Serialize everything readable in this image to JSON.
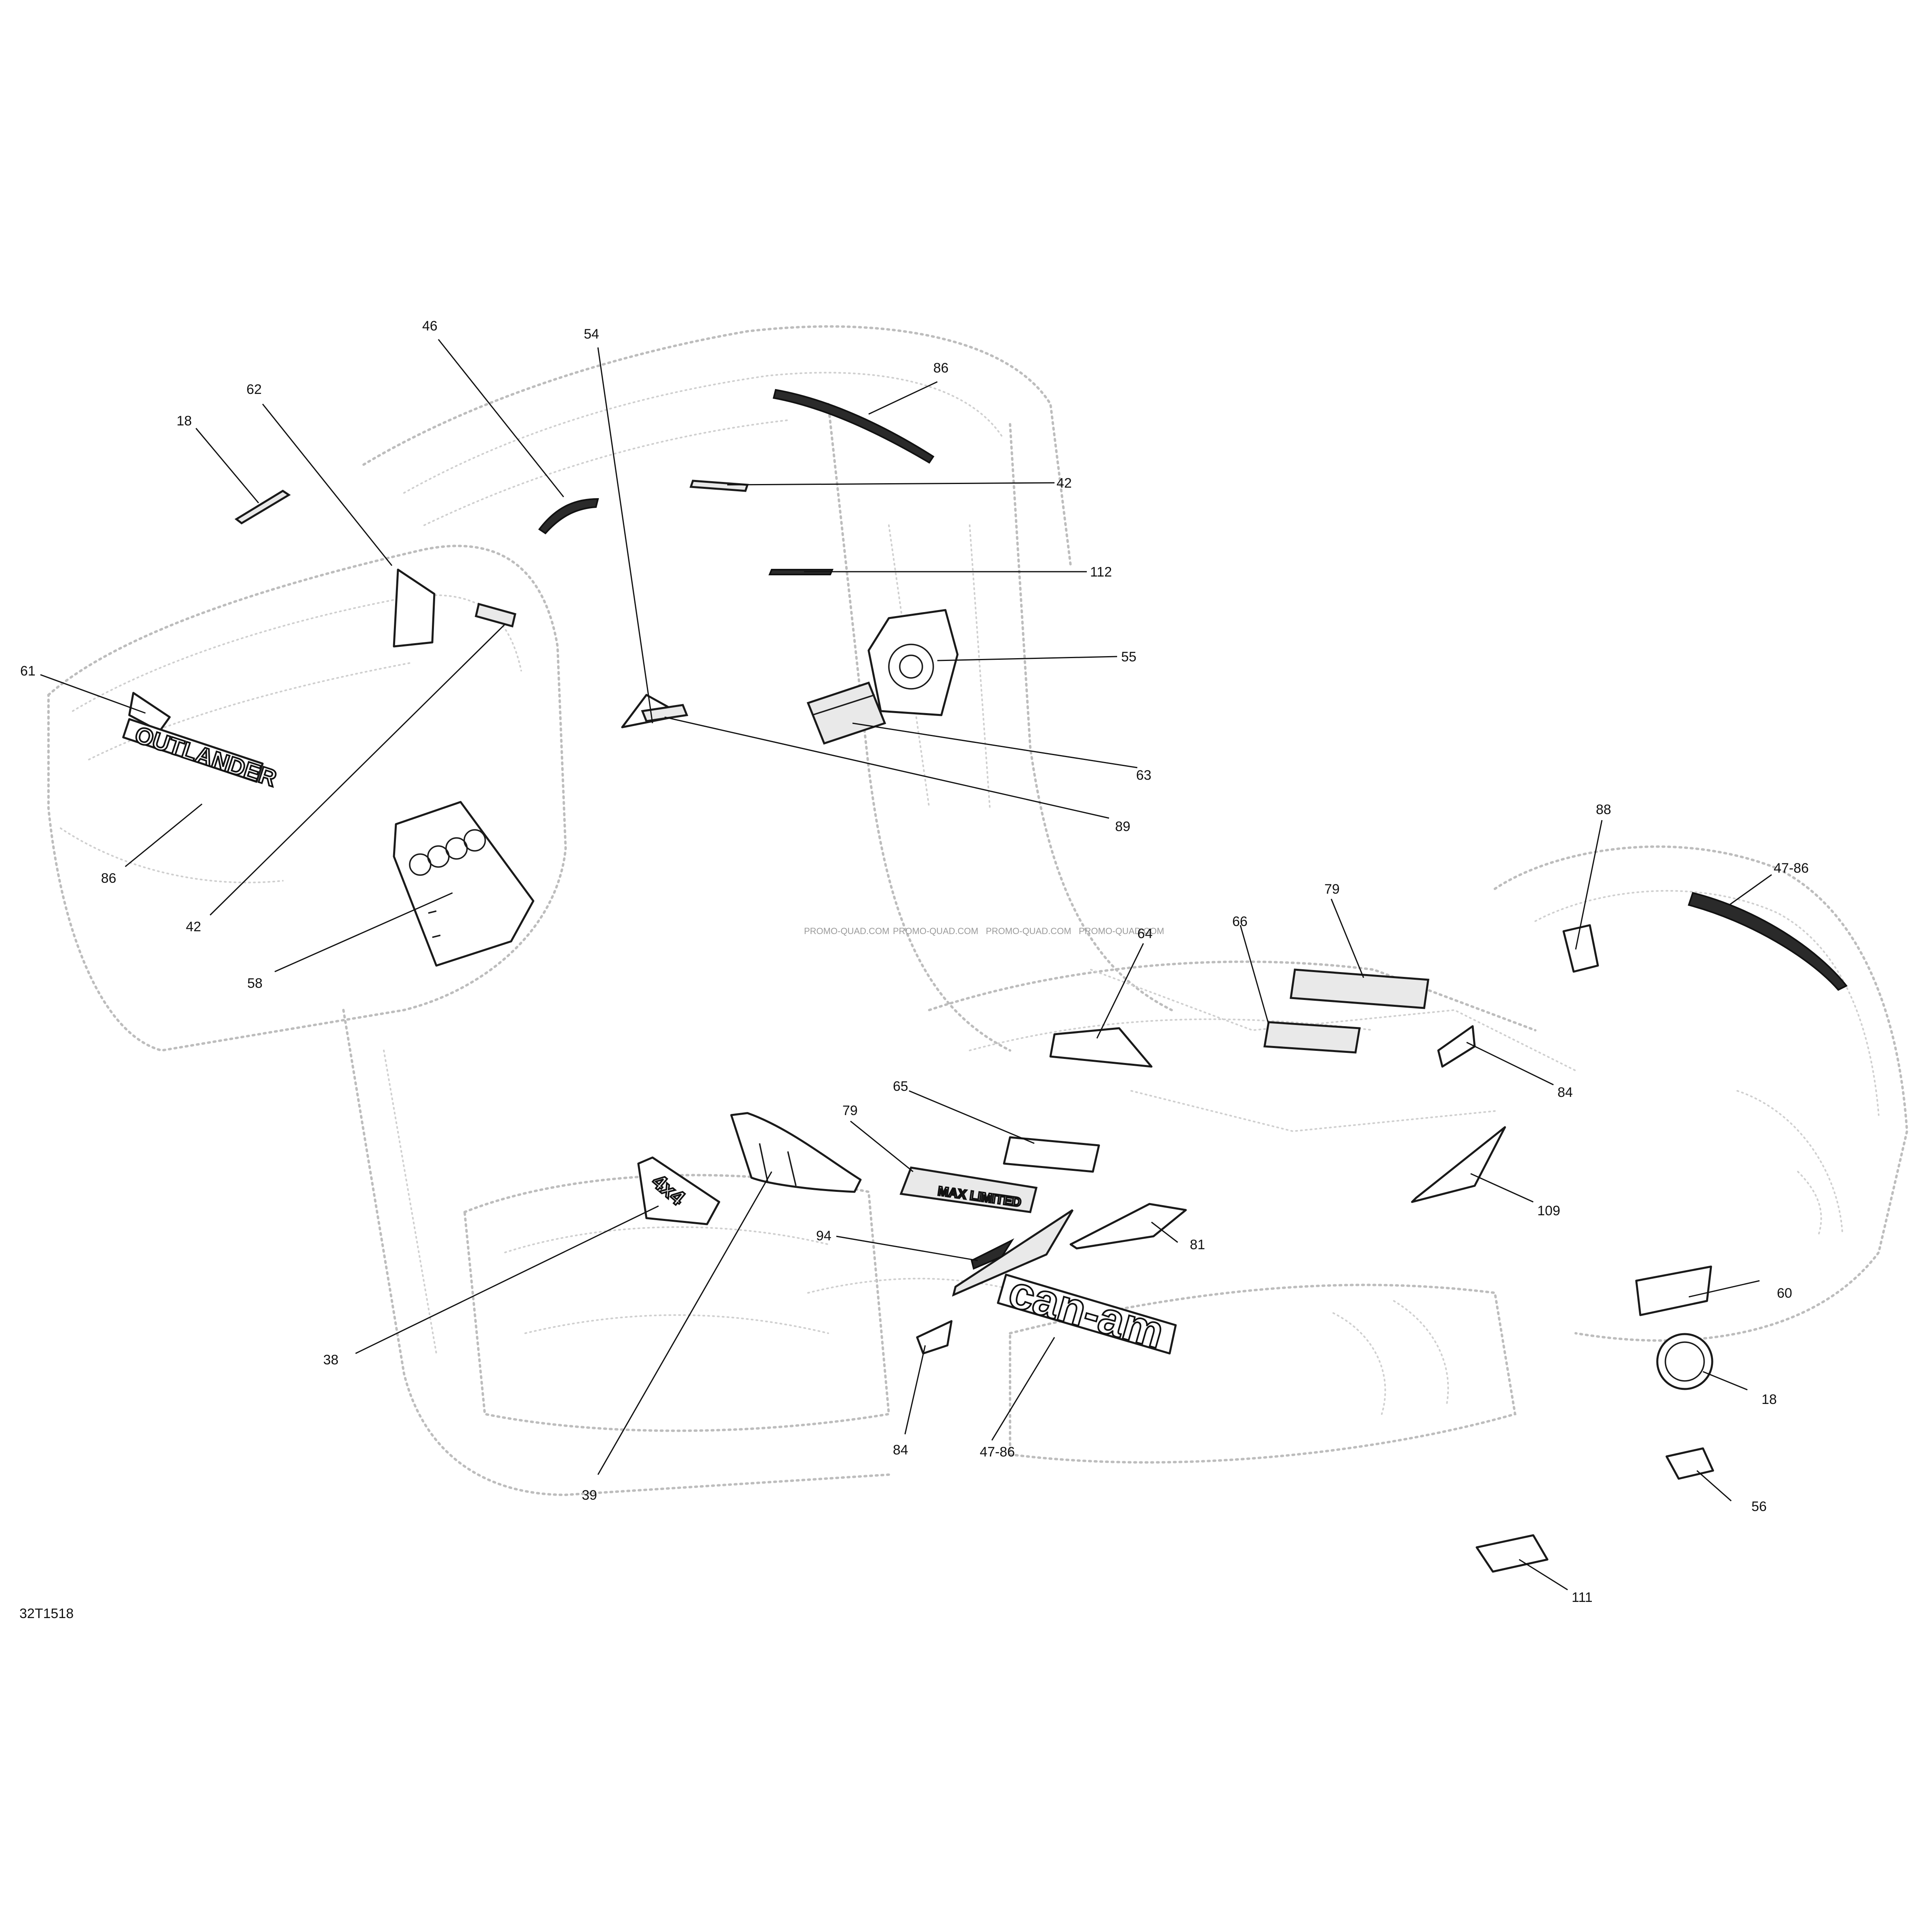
{
  "diagram": {
    "figure_code": "32T1518",
    "watermark": "PROMO-QUAD.COM",
    "decal_text": {
      "outlander": "OUTLANDER",
      "can_am": "can-am",
      "max_limited": "MAX LIMITED",
      "four_by_four": "4x4"
    },
    "callouts": [
      {
        "id": "c-46",
        "label": "46"
      },
      {
        "id": "c-54",
        "label": "54"
      },
      {
        "id": "c-62",
        "label": "62"
      },
      {
        "id": "c-18a",
        "label": "18"
      },
      {
        "id": "c-86a",
        "label": "86"
      },
      {
        "id": "c-42a",
        "label": "42"
      },
      {
        "id": "c-112",
        "label": "112"
      },
      {
        "id": "c-55",
        "label": "55"
      },
      {
        "id": "c-61",
        "label": "61"
      },
      {
        "id": "c-63",
        "label": "63"
      },
      {
        "id": "c-89",
        "label": "89"
      },
      {
        "id": "c-86b",
        "label": "86"
      },
      {
        "id": "c-42b",
        "label": "42"
      },
      {
        "id": "c-58",
        "label": "58"
      },
      {
        "id": "c-88",
        "label": "88"
      },
      {
        "id": "c-4786a",
        "label": "47-86"
      },
      {
        "id": "c-79a",
        "label": "79"
      },
      {
        "id": "c-66",
        "label": "66"
      },
      {
        "id": "c-64",
        "label": "64"
      },
      {
        "id": "c-84a",
        "label": "84"
      },
      {
        "id": "c-65",
        "label": "65"
      },
      {
        "id": "c-79b",
        "label": "79"
      },
      {
        "id": "c-109",
        "label": "109"
      },
      {
        "id": "c-94",
        "label": "94"
      },
      {
        "id": "c-81",
        "label": "81"
      },
      {
        "id": "c-60",
        "label": "60"
      },
      {
        "id": "c-38",
        "label": "38"
      },
      {
        "id": "c-18b",
        "label": "18"
      },
      {
        "id": "c-84b",
        "label": "84"
      },
      {
        "id": "c-4786b",
        "label": "47-86"
      },
      {
        "id": "c-39",
        "label": "39"
      },
      {
        "id": "c-56",
        "label": "56"
      },
      {
        "id": "c-111",
        "label": "111"
      }
    ]
  }
}
